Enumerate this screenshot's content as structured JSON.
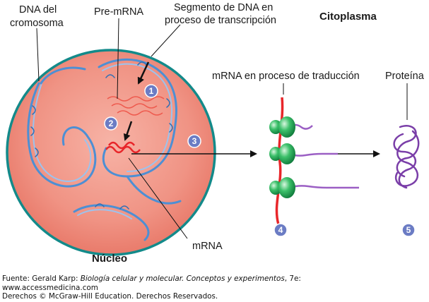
{
  "labels": {
    "dna_cromosoma": [
      "DNA del",
      "cromosoma"
    ],
    "pre_mrna": "Pre-mRNA",
    "segmento_dna": [
      "Segmento de DNA en",
      "proceso de transcripción"
    ],
    "citoplasma": "Citoplasma",
    "mrna_traduccion": "mRNA en proceso de traducción",
    "proteina": "Proteína",
    "mrna": "mRNA",
    "nucleo": "Núcleo"
  },
  "steps": [
    "1",
    "2",
    "3",
    "4",
    "5"
  ],
  "caption": {
    "source_prefix": "Fuente: Gerald Karp: ",
    "book_title": "Biología celular y molecular. Conceptos y experimentos",
    "edition": ", 7e:",
    "url": "www.accessmedicina.com",
    "rights": "Derechos © McGraw-Hill Education. Derechos Reservados."
  },
  "colors": {
    "nucleus_fill": "#ef8e80",
    "nucleus_border": "#138a8a",
    "dna": "#4d8fd4",
    "rna": "#e8262a",
    "ribosome": "#1f9e4e",
    "polypeptide": "#9b5fc4",
    "protein": "#7a3ea8",
    "step_circle": "#6b7cc4"
  }
}
